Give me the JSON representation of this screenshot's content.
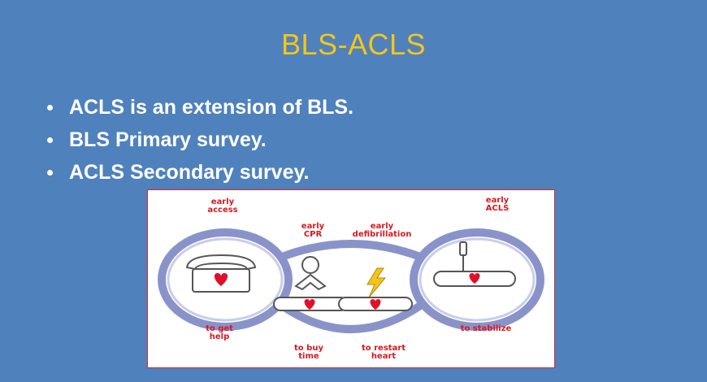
{
  "slide": {
    "title": "BLS-ACLS",
    "bullets": [
      "ACLS is an extension of BLS.",
      "BLS Primary survey.",
      "ACLS Secondary survey."
    ]
  },
  "diagram": {
    "labels": {
      "early_access": "early\naccess",
      "early_cpr": "early\nCPR",
      "early_defibrillation": "early\ndefibrillation",
      "early_acls": "early\nACLS",
      "to_get_help": "to get\nhelp",
      "to_buy_time": "to buy\ntime",
      "to_restart_heart": "to restart\nheart",
      "to_stabilize": "to stabilize"
    },
    "icons": [
      "telephone-icon",
      "cpr-person-icon",
      "defibrillation-bolt-icon",
      "iv-drip-icon",
      "heart-icon"
    ],
    "colors": {
      "background": "#4f81bd",
      "title": "#f5c518",
      "label_red": "#d71920",
      "chain_ring": "#8a93c9",
      "heart": "#e0102b"
    }
  }
}
